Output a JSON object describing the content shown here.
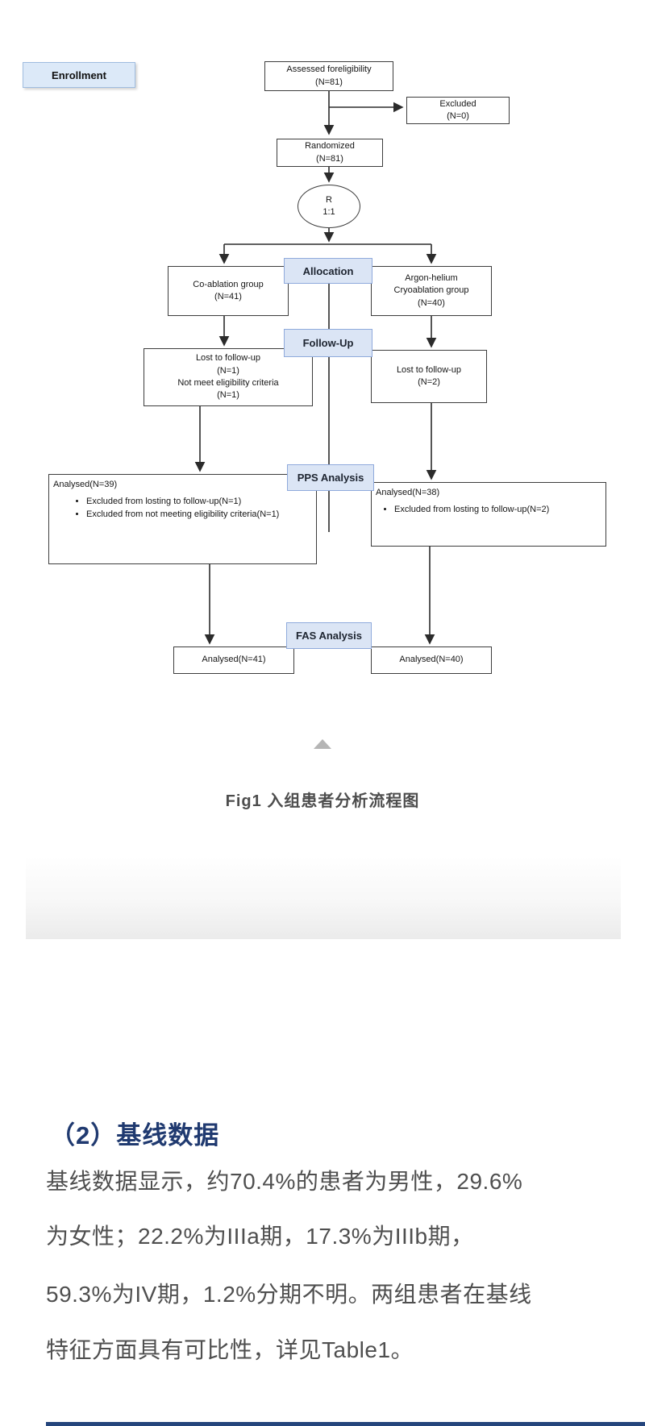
{
  "colors": {
    "label-bg": "#dbe5f5",
    "label-border": "#8faadc",
    "box-border": "#3d3d3d",
    "line": "#2b2b2b",
    "heading": "#203a70",
    "body-text": "#4f4f4f",
    "caption": "#4d4d4d",
    "triangle": "#b5b5b5",
    "bottom-bar": "#24457c"
  },
  "flow": {
    "enrollment_label": "Enrollment",
    "assessed": [
      "Assessed foreligibility",
      "(N=81)"
    ],
    "excluded": [
      "Excluded",
      "(N=0)"
    ],
    "randomized": [
      "Randomized",
      "(N=81)"
    ],
    "ratio": [
      "R",
      "1:1"
    ],
    "allocation_label": "Allocation",
    "group_left": [
      "Co-ablation group",
      "(N=41)"
    ],
    "group_right": [
      "Argon-helium",
      "Cryoablation group",
      "(N=40)"
    ],
    "followup_label": "Follow-Up",
    "lost_left": [
      "Lost to follow-up",
      "(N=1)",
      "Not meet eligibility criteria",
      "(N=1)"
    ],
    "lost_right": [
      "Lost to follow-up",
      "(N=2)"
    ],
    "pps_label": "PPS Analysis",
    "pps_left_title": "Analysed(N=39)",
    "pps_left_bullets": [
      "Excluded from losting to follow-up(N=1)",
      "Excluded from not meeting eligibility criteria(N=1)"
    ],
    "pps_right_title": "Analysed(N=38)",
    "pps_right_bullets": [
      "Excluded from losting to follow-up(N=2)"
    ],
    "fas_label": "FAS Analysis",
    "fas_left": "Analysed(N=41)",
    "fas_right": "Analysed(N=40)"
  },
  "figure": {
    "caption": "Fig1 入组患者分析流程图"
  },
  "section": {
    "heading": "（2）基线数据",
    "lines": [
      "基线数据显示，约70.4%的患者为男性，29.6%",
      "为女性；22.2%为IIIa期，17.3%为IIIb期，",
      "59.3%为IV期，1.2%分期不明。两组患者在基线",
      "特征方面具有可比性，详见Table1。"
    ]
  }
}
